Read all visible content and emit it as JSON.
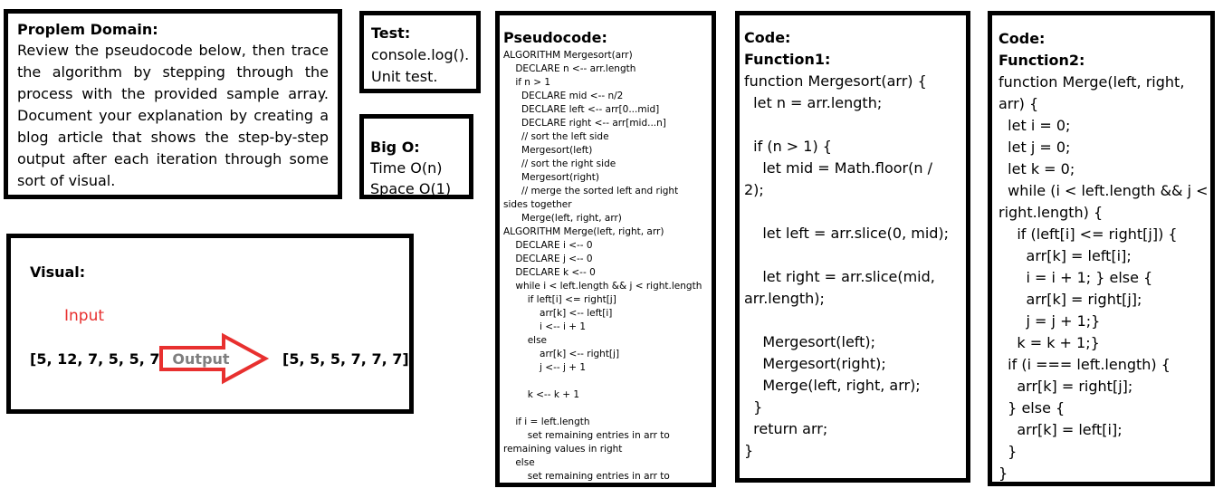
{
  "problem": {
    "heading": "Proplem Domain:",
    "text": "Review the pseudocode below, then trace the algorithm by stepping through the process with the provided sample array. Document your explanation by creating a blog article that shows the step-by-step output after each iteration through some sort of visual."
  },
  "test": {
    "heading": "Test:",
    "lines": [
      "console.log().",
      "Unit test."
    ]
  },
  "bigo": {
    "heading": "Big O:",
    "lines": [
      "Time O(n)",
      "Space O(1)"
    ]
  },
  "visual": {
    "heading": "Visual:",
    "input_label": "Input",
    "output_label": "Output",
    "input_array": "[5, 12, 7, 5, 5, 7]",
    "output_array": "[5, 5, 5, 7, 7, 7]",
    "colors": {
      "input_label": "#e8302f",
      "arrow": "#e8302f",
      "output_label": "#7f7f7f"
    }
  },
  "pseudocode": {
    "heading": "Pseudocode:",
    "lines": [
      "ALGORITHM Mergesort(arr)",
      "    DECLARE n <-- arr.length",
      "    if n > 1",
      "      DECLARE mid <-- n/2",
      "      DECLARE left <-- arr[0...mid]",
      "      DECLARE right <-- arr[mid...n]",
      "      // sort the left side",
      "      Mergesort(left)",
      "      // sort the right side",
      "      Mergesort(right)",
      "      // merge the sorted left and right",
      "sides together",
      "      Merge(left, right, arr)",
      "ALGORITHM Merge(left, right, arr)",
      "    DECLARE i <-- 0",
      "    DECLARE j <-- 0",
      "    DECLARE k <-- 0",
      "    while i < left.length && j < right.length",
      "        if left[i] <= right[j]",
      "            arr[k] <-- left[i]",
      "            i <-- i + 1",
      "        else",
      "            arr[k] <-- right[j]",
      "            j <-- j + 1",
      "",
      "        k <-- k + 1",
      "",
      "    if i = left.length",
      "        set remaining entries in arr to",
      "remaining values in right",
      "    else",
      "        set remaining entries in arr to"
    ]
  },
  "function1": {
    "heading1": "Code:",
    "heading2": "Function1:",
    "lines": [
      "function Mergesort(arr) {",
      "  let n = arr.length;",
      "",
      "  if (n > 1) {",
      "    let mid = Math.floor(n /",
      "2);",
      "",
      "    let left = arr.slice(0, mid);",
      "",
      "    let right = arr.slice(mid,",
      "arr.length);",
      "",
      "    Mergesort(left);",
      "    Mergesort(right);",
      "    Merge(left, right, arr);",
      "  }",
      "  return arr;",
      "}"
    ]
  },
  "function2": {
    "heading1": "Code:",
    "heading2": "Function2:",
    "lines": [
      "function Merge(left, right,",
      "arr) {",
      "  let i = 0;",
      "  let j = 0;",
      "  let k = 0;",
      "  while (i < left.length && j <",
      "right.length) {",
      "    if (left[i] <= right[j]) {",
      "      arr[k] = left[i];",
      "      i = i + 1; } else {",
      "      arr[k] = right[j];",
      "      j = j + 1;}",
      "    k = k + 1;}",
      "  if (i === left.length) {",
      "    arr[k] = right[j];",
      "  } else {",
      "    arr[k] = left[i];",
      "  }",
      "}"
    ]
  }
}
